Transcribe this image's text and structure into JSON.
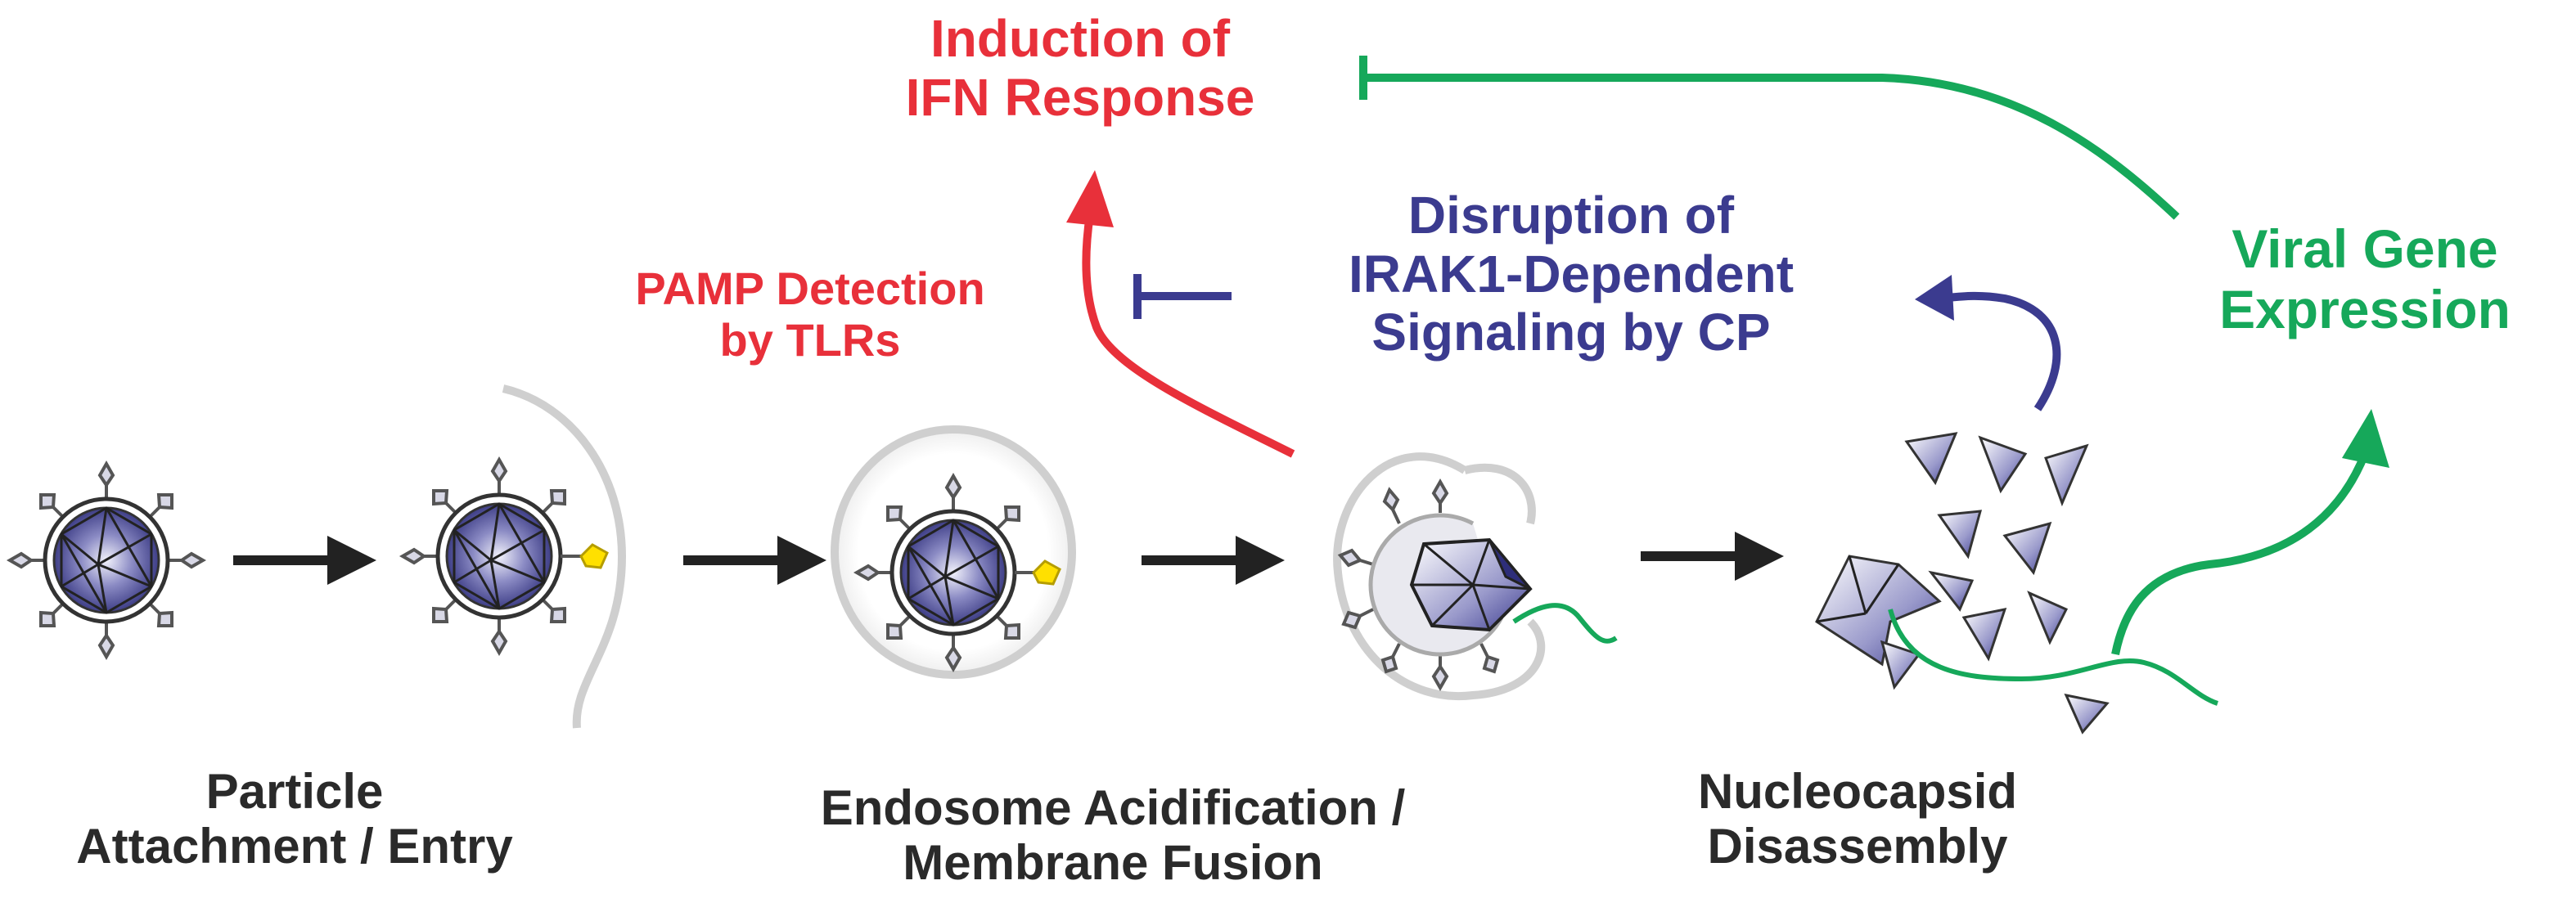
{
  "labels": {
    "ifn_line1": "Induction of",
    "ifn_line2": "IFN Response",
    "pamp_line1": "PAMP Detection",
    "pamp_line2": "by TLRs",
    "disruption_line1": "Disruption of",
    "disruption_line2": "IRAK1-Dependent",
    "disruption_line3": "Signaling by CP",
    "viral_line1": "Viral Gene",
    "viral_line2": "Expression",
    "stage1_line1": "Particle",
    "stage1_line2": "Attachment / Entry",
    "stage2_line1": "Endosome Acidification /",
    "stage2_line2": "Membrane Fusion",
    "stage3_line1": "Nucleocapsid",
    "stage3_line2": "Disassembly"
  },
  "colors": {
    "red": "#e8303a",
    "blue": "#3b3b8f",
    "green": "#16a85a",
    "dark_text": "#2a2a2a",
    "arrow": "#222222",
    "membrane": "#cfcfcf",
    "capsid_fill": "#3c3c8c"
  }
}
